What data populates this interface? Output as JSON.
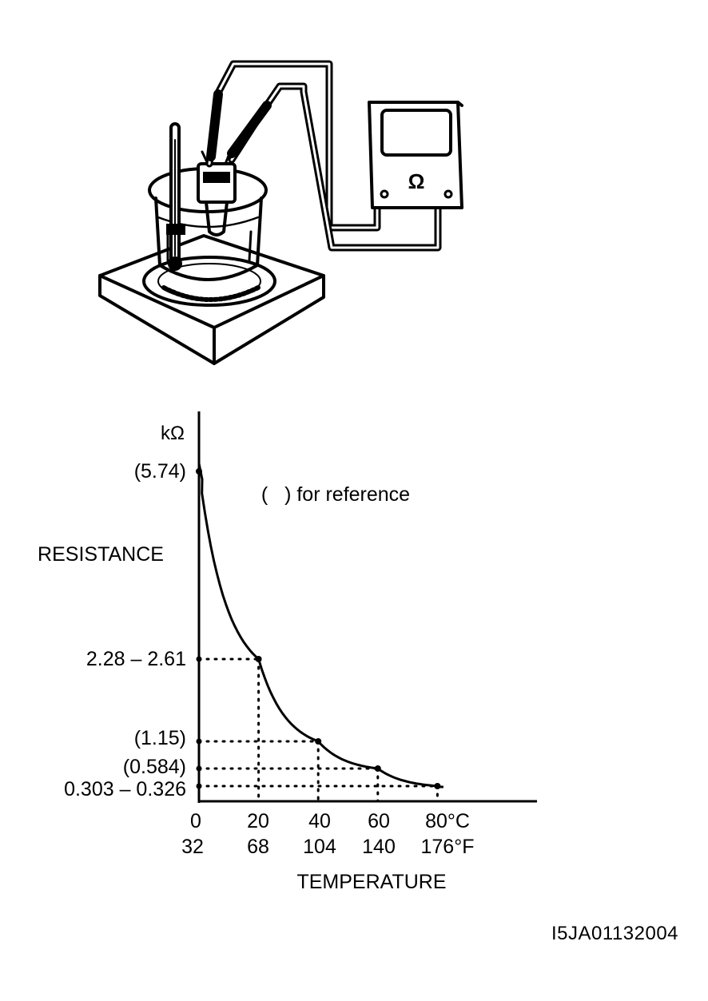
{
  "apparatus": {
    "meter_symbol": "Ω",
    "icons": [
      "hot-plate",
      "beaker",
      "thermometer",
      "sensor",
      "test-leads",
      "ohmmeter"
    ]
  },
  "chart_data": {
    "type": "line",
    "unit_label": "kΩ",
    "ylabel": "RESISTANCE",
    "xlabel": "TEMPERATURE",
    "note": "(   ) for reference",
    "x_celsius": [
      0,
      20,
      40,
      60,
      80
    ],
    "x_tick_labels_celsius": [
      "0",
      "20",
      "40",
      "60",
      "80°C"
    ],
    "x_tick_labels_fahrenheit": [
      "32",
      "68",
      "104",
      "140",
      "176°F"
    ],
    "y_tick_labels": [
      "(5.74)",
      "2.28 – 2.61",
      "(1.15)",
      "(0.584)",
      "0.303 – 0.326"
    ],
    "series": [
      {
        "values": [
          5.74,
          2.445,
          1.15,
          0.584,
          0.3145
        ]
      }
    ],
    "grid": false
  },
  "figure_code": "I5JA01132004",
  "colors": {
    "ink": "#000000",
    "background": "#ffffff"
  }
}
